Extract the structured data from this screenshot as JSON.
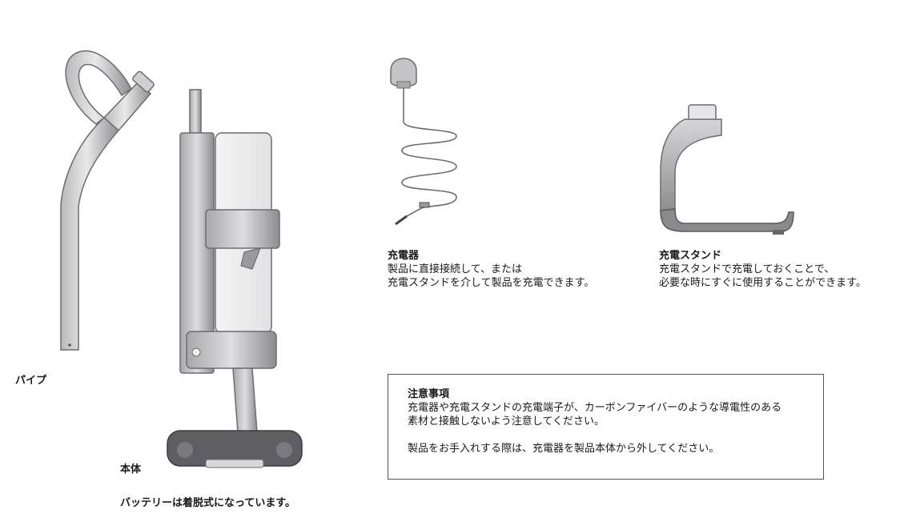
{
  "pipe": {
    "label": "パイプ"
  },
  "body_unit": {
    "label": "本体",
    "note": "バッテリーは着脱式になっています。"
  },
  "charger": {
    "title": "充電器",
    "lines": [
      "製品に直接接続して、または",
      "充電スタンドを介して製品を充電できます。"
    ]
  },
  "charging_stand": {
    "title": "充電スタンド",
    "lines": [
      "充電スタンドで充電しておくことで、",
      "必要な時にすぐに使用することができます。"
    ]
  },
  "notice": {
    "title": "注意事項",
    "lines": [
      "充電器や充電スタンドの充電端子が、カーボンファイバーのような導電性のある",
      "素材と接触しないよう注意してください。"
    ],
    "line2": "製品をお手入れする際は、充電器を製品本体から外してください。"
  }
}
